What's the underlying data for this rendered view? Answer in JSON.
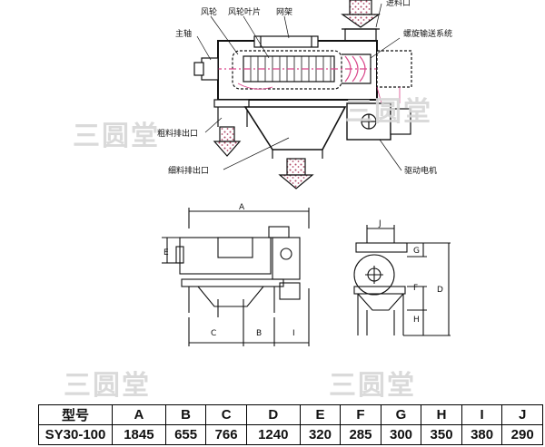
{
  "labels": {
    "wheel": "风轮",
    "blade": "风轮叶片",
    "frame": "网架",
    "inlet": "进料口",
    "shaft": "主轴",
    "screw": "螺旋输送系统",
    "coarse_outlet": "粗料排出口",
    "fine_outlet": "细料排出口",
    "motor": "驱动电机"
  },
  "dimensions": {
    "A": "A",
    "B": "B",
    "C": "C",
    "D": "D",
    "E": "E",
    "F": "F",
    "G": "G",
    "H": "H",
    "I": "I",
    "J": "J"
  },
  "watermark": "三圆堂",
  "table": {
    "headers": [
      "型号",
      "A",
      "B",
      "C",
      "D",
      "E",
      "F",
      "G",
      "H",
      "I",
      "J"
    ],
    "rows": [
      [
        "SY30-100",
        "1845",
        "655",
        "766",
        "1240",
        "320",
        "285",
        "300",
        "350",
        "380",
        "290"
      ]
    ]
  },
  "colors": {
    "accent": "#d9468a",
    "line": "#111111",
    "watermark": "#d7d7d7"
  }
}
